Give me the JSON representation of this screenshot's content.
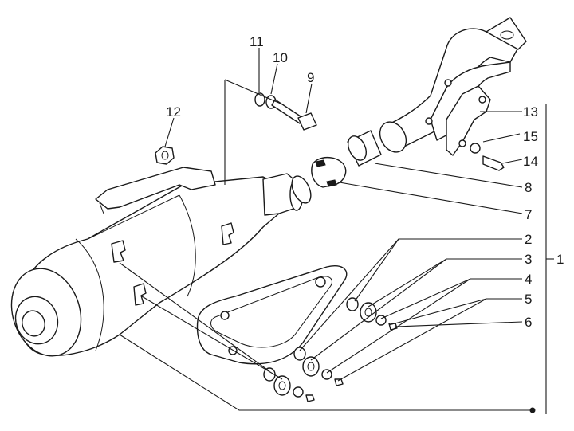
{
  "diagram": {
    "labels": {
      "l1": "1",
      "l2": "2",
      "l3": "3",
      "l4": "4",
      "l5": "5",
      "l6": "6",
      "l7": "7",
      "l8": "8",
      "l9": "9",
      "l10": "10",
      "l11": "11",
      "l12": "12",
      "l13": "13",
      "l14": "14",
      "l15": "15"
    }
  }
}
